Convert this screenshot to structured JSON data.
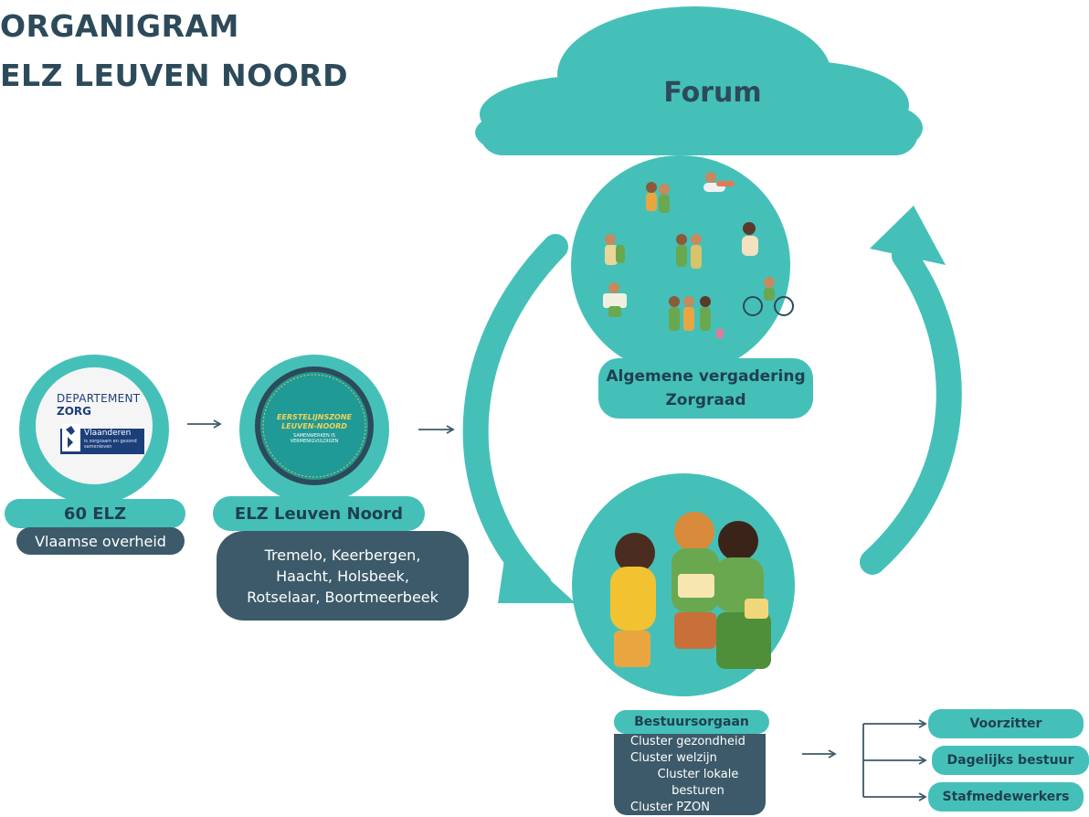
{
  "title": {
    "line1": "ORGANIGRAM",
    "line2": "ELZ LEUVEN NOORD"
  },
  "forum": {
    "label": "Forum"
  },
  "node_60elz": {
    "label": "60 ELZ",
    "sub": "Vlaamse overheid",
    "logo": {
      "line1": "DEPARTEMENT",
      "line2": "ZORG",
      "badge_title": "Vlaanderen",
      "badge_sub": "is zorgzaam en gezond samenleven"
    }
  },
  "node_elz": {
    "label": "ELZ Leuven Noord",
    "logo": {
      "line1": "EERSTELIJNSZONE",
      "line2": "LEUVEN-NOORD",
      "line3": "SAMENWERKEN IS VERMENIGVULDIGEN"
    },
    "municipalities": [
      "Tremelo, Keerbergen,",
      "Haacht, Holsbeek,",
      "Rotselaar, Boortmeerbeek"
    ]
  },
  "assembly": {
    "line1": "Algemene vergadering",
    "line2": "Zorgraad"
  },
  "board": {
    "label": "Bestuursorgaan",
    "clusters": [
      "Cluster gezondheid",
      "Cluster welzijn",
      "Cluster lokale besturen",
      "Cluster PZON"
    ]
  },
  "roles": [
    "Voorzitter",
    "Dagelijks bestuur",
    "Stafmedewerkers"
  ],
  "colors": {
    "teal": "#45c0b9",
    "dark": "#3c5a69",
    "navy": "#2c4a5a"
  }
}
